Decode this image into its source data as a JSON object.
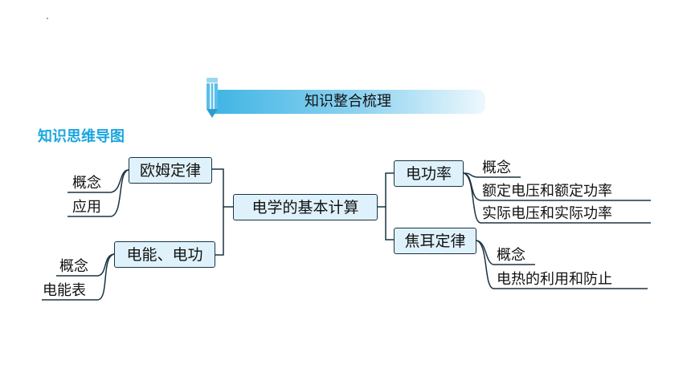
{
  "header": {
    "title": "知识整合梳理"
  },
  "subtitle": "知识思维导图",
  "mindmap": {
    "center": "电学的基本计算",
    "left": [
      {
        "label": "欧姆定律",
        "children": [
          "概念",
          "应用"
        ]
      },
      {
        "label": "电能、电功",
        "children": [
          "概念",
          "电能表"
        ]
      }
    ],
    "right": [
      {
        "label": "电功率",
        "children": [
          "概念",
          "额定电压和额定功率",
          "实际电压和实际功率"
        ]
      },
      {
        "label": "焦耳定律",
        "children": [
          "概念",
          "电热的利用和防止"
        ]
      }
    ]
  },
  "colors": {
    "banner": "#3fb4e4",
    "subtitle": "#1aa6e0",
    "box_fill": "#dff2fb",
    "line": "#1a3340"
  }
}
